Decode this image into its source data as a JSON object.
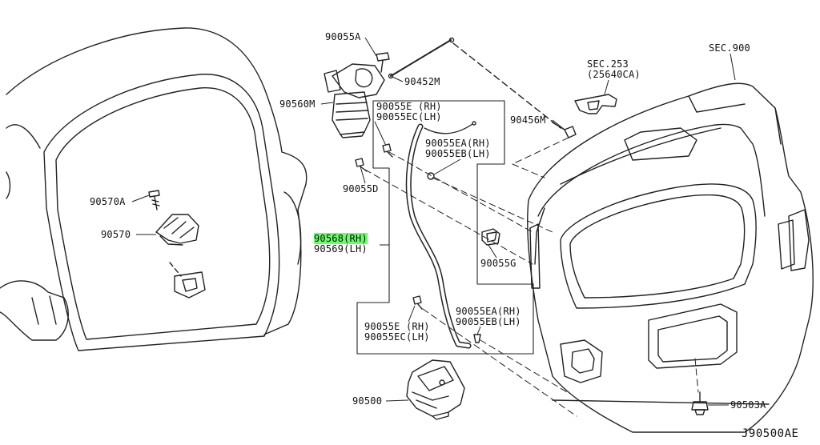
{
  "diagram": {
    "labels": {
      "p90055A": "90055A",
      "p90452M": "90452M",
      "p90560M": "90560M",
      "sec253": "SEC.253",
      "sec253b": "(25640CA)",
      "sec900": "SEC.900",
      "p90456M": "90456M",
      "p90055E_rh": "90055E (RH)",
      "p90055EC_lh": "90055EC(LH)",
      "p90055EA_rh": "90055EA(RH)",
      "p90055EB_lh": "90055EB(LH)",
      "p90055D": "90055D",
      "p90570A": "90570A",
      "p90570": "90570",
      "p90568_rh": "90568(RH)",
      "p90569_lh": "90569(LH)",
      "p90055G": "90055G",
      "p90055E_rh2": "90055E (RH)",
      "p90055EC_lh2": "90055EC(LH)",
      "p90055EA_rh2": "90055EA(RH)",
      "p90055EB_lh2": "90055EB(LH)",
      "p90500": "90500",
      "p90503A": "90503A",
      "drawing_code": "J90500AE"
    },
    "highlight_color": "#66ff66",
    "line_color": "#222222"
  }
}
